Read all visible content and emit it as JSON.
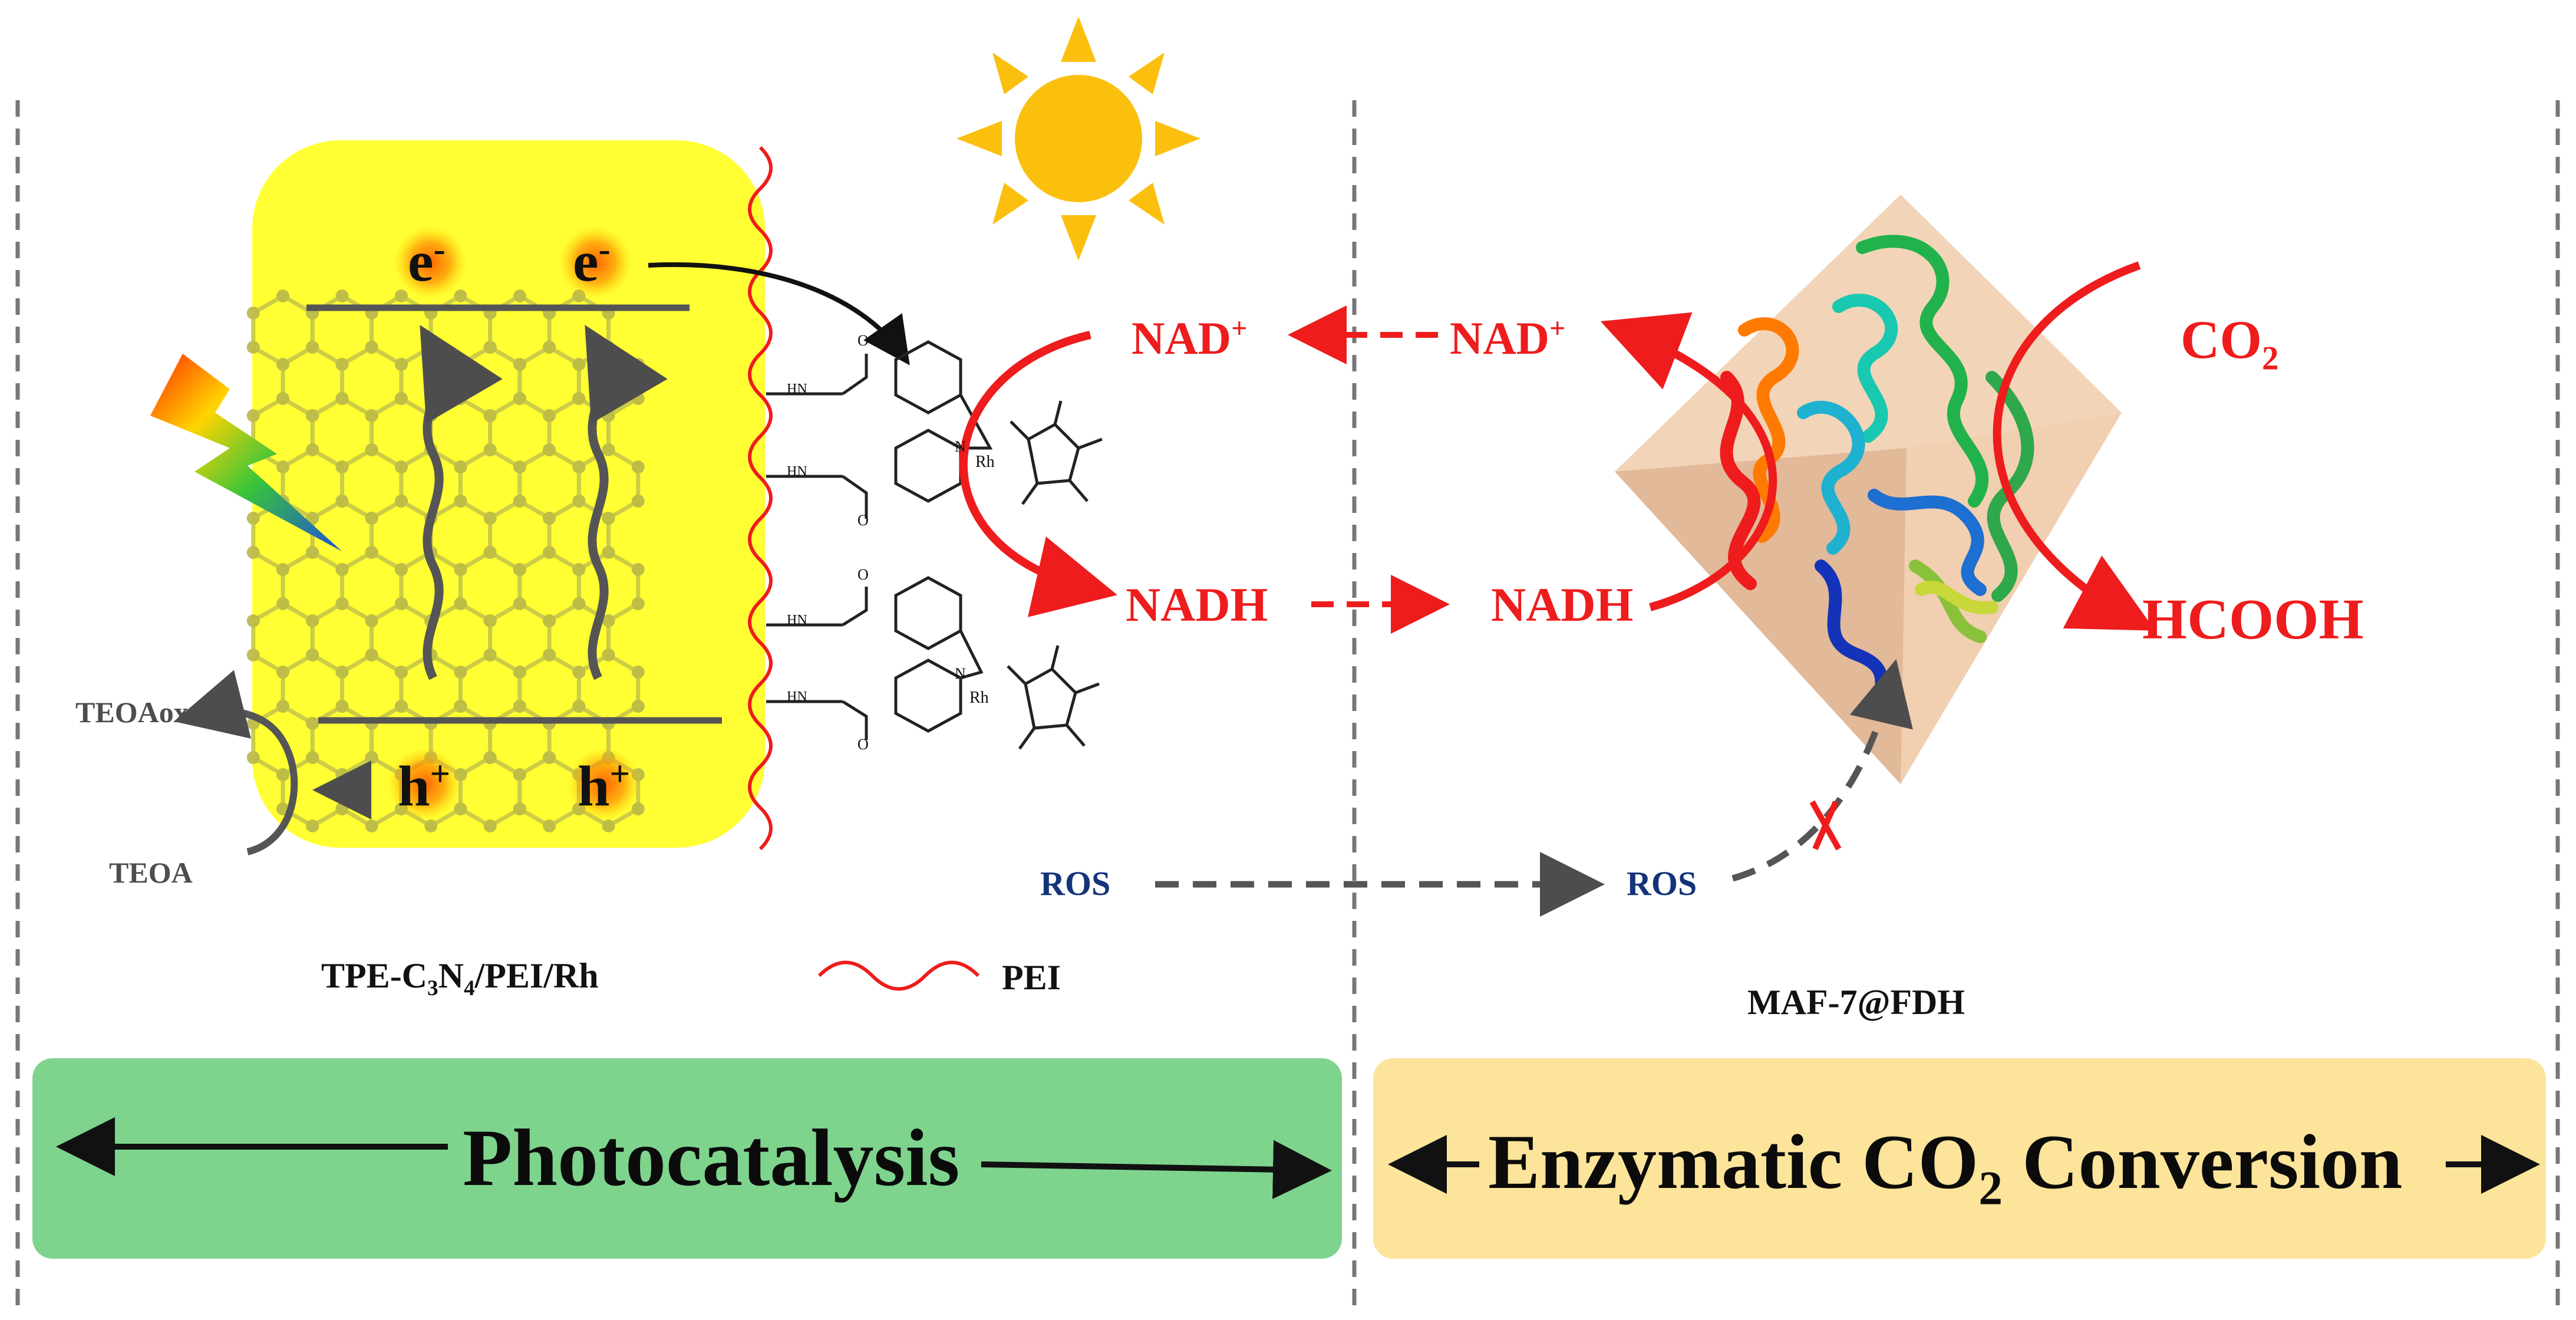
{
  "left_panel": {
    "electron_label": "e",
    "electron_charge": "-",
    "hole_label": "h",
    "hole_charge": "+",
    "teoa_ox": "TEOAox",
    "teoa": "TEOA",
    "catalyst_label": {
      "pre": "TPE-C",
      "sub1": "3",
      "mid": "N",
      "sub2": "4",
      "post": "/PEI/Rh"
    },
    "pei_legend": "PEI",
    "rh_label": "Rh",
    "hn_label": "HN",
    "o_label": "O",
    "n_label": "N"
  },
  "cofactor": {
    "nad_plus_left": "NAD",
    "nad_plus_right": "NAD",
    "plus": "+",
    "nadh_left": "NADH",
    "nadh_right": "NADH"
  },
  "ros": {
    "left": "ROS",
    "right": "ROS"
  },
  "right_panel": {
    "co2": {
      "pre": "CO",
      "sub": "2"
    },
    "product": "HCOOH",
    "enzyme_label": "MAF-7@FDH"
  },
  "banners": {
    "left": "Photocatalysis",
    "right": {
      "pre": "Enzymatic CO",
      "sub": "2",
      "post": " Conversion"
    }
  },
  "colors": {
    "photocatalyst_fill": "#ffff33",
    "reaction_red": "#ee1c1c",
    "ros_navy": "#15337a",
    "left_banner": "#7ed48d",
    "right_banner": "#fce49a",
    "sun": "#fbbf0e",
    "maf_crystal": "#e8c0a0"
  }
}
